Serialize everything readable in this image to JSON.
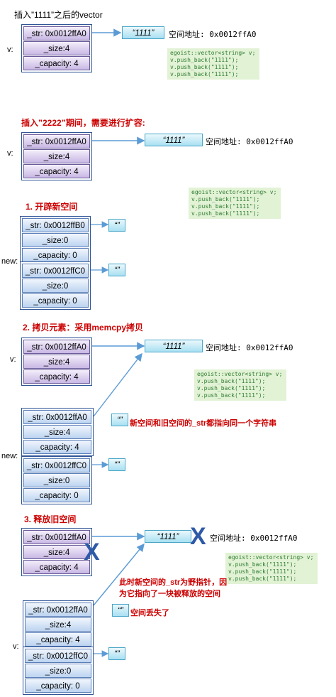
{
  "colors": {
    "arrow": "#5b9bd5",
    "red": "#cc0000",
    "code_bg": "#e2f2d5",
    "code_fg": "#2e7d32",
    "cross": "#2e5aa7"
  },
  "fields": {
    "size": "_size:4",
    "capacity": "_capacity: 4",
    "size0": "_size:0",
    "capacity0": "_capacity: 0"
  },
  "labels": {
    "v": "v:",
    "new": "new:"
  },
  "strings": {
    "s1111": "“1111”",
    "empty": "“”"
  },
  "addr": "空间地址: 0x0012ffA0",
  "code": {
    "decl": "egoist::vector<string> v;",
    "push": "v.push_back(\"1111\");"
  },
  "s1": {
    "heading": "插入”1111”之后的vector",
    "str": "_str: 0x0012ffA0"
  },
  "s2": {
    "heading": "插入”2222”期间，需要进行扩容:",
    "str": "_str: 0x0012ffA0"
  },
  "s3": {
    "heading": "1. 开辟新空间",
    "str_a": "_str: 0x0012ffB0",
    "str_b": "_str: 0x0012ffC0"
  },
  "s4": {
    "heading": "2. 拷贝元素：采用memcpy拷贝",
    "str_old": "_str: 0x0012ffA0",
    "str_new_a": "_str: 0x0012ffA0",
    "str_new_b": "_str: 0x0012ffC0",
    "note": "新空间和旧空间的_str都指向同一个字符串"
  },
  "s5": {
    "heading": "3. 释放旧空间",
    "str_old": "_str: 0x0012ffA0",
    "str_new_a": "_str: 0x0012ffA0",
    "str_new_b": "_str: 0x0012ffC0",
    "note": "此时新空间的_str为野指针，因为它指向了一块被释放的空间",
    "lost": "空间丢失了",
    "cross": "X"
  }
}
